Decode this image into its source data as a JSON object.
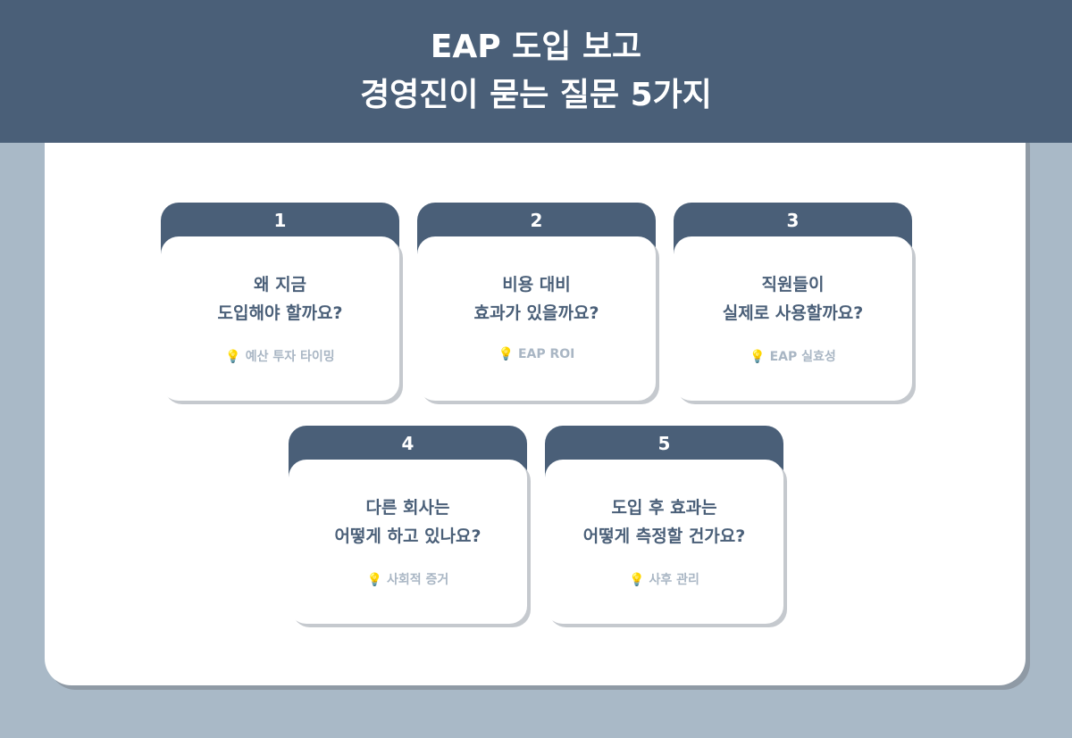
{
  "header": {
    "line1": "EAP 도입 보고",
    "line2": "경영진이 묻는 질문 5가지"
  },
  "cards": [
    {
      "number": "1",
      "line1": "왜 지금",
      "line2": "도입해야 할까요?",
      "hint": "예산 투자 타이밍"
    },
    {
      "number": "2",
      "line1": "비용 대비",
      "line2": "효과가 있을까요?",
      "hint": "EAP ROI"
    },
    {
      "number": "3",
      "line1": "직원들이",
      "line2": "실제로 사용할까요?",
      "hint": "EAP 실효성"
    },
    {
      "number": "4",
      "line1": "다른 회사는",
      "line2": "어떻게 하고 있나요?",
      "hint": "사회적 증거"
    },
    {
      "number": "5",
      "line1": "도입 후 효과는",
      "line2": "어떻게 측정할 건가요?",
      "hint": "사후 관리"
    }
  ]
}
